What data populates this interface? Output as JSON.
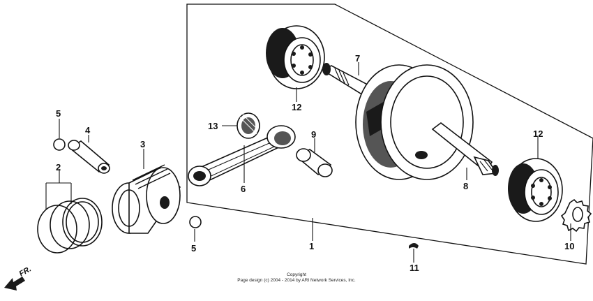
{
  "diagram": {
    "callouts": [
      "1",
      "2",
      "3",
      "4",
      "5",
      "5",
      "6",
      "7",
      "8",
      "9",
      "10",
      "11",
      "12",
      "12",
      "13"
    ],
    "direction_label": "FR.",
    "copyright_line1": "Copyright",
    "copyright_line2": "Page design (c) 2004 - 2014 by ARI Network Services, Inc."
  }
}
